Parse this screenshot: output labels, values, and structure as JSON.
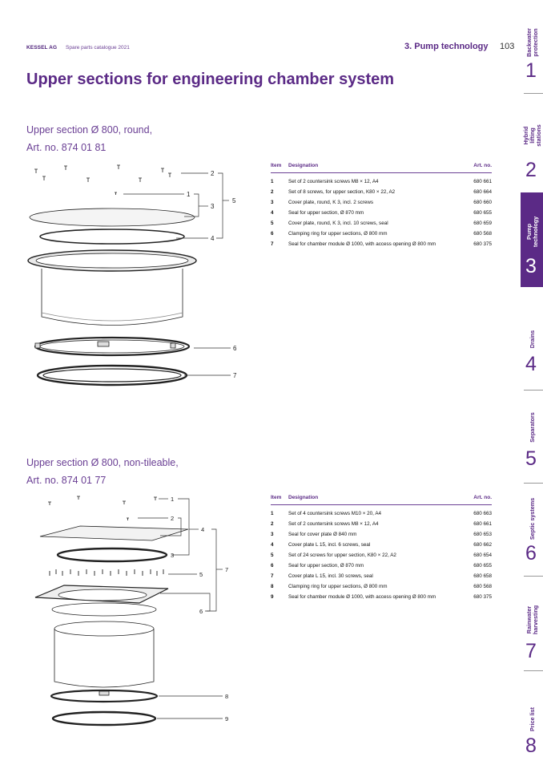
{
  "header": {
    "company": "KESSEL AG",
    "catalogue": "Spare parts catalogue 2021",
    "section": "3. Pump technology",
    "page_number": "103"
  },
  "page_title": "Upper sections for engineering chamber system",
  "sections": [
    {
      "heading_line1": "Upper section Ø 800, round,",
      "heading_line2": "Art. no. 874 01 81",
      "table": {
        "headers": [
          "Item",
          "Designation",
          "Art. no."
        ],
        "rows": [
          [
            "1",
            "Set of 2 countersink screws M8 × 12, A4",
            "680 661"
          ],
          [
            "2",
            "Set of 8 screws, for upper section, K80 × 22, A2",
            "680 664"
          ],
          [
            "3",
            "Cover plate, round, K 3, incl. 2 screws",
            "680 660"
          ],
          [
            "4",
            "Seal for upper section, Ø 870 mm",
            "680 655"
          ],
          [
            "5",
            "Cover plate, round, K 3, incl. 10 screws, seal",
            "680 659"
          ],
          [
            "6",
            "Clamping ring for upper sections, Ø 800 mm",
            "680 568"
          ],
          [
            "7",
            "Seal for chamber module Ø 1000, with access opening Ø 800 mm",
            "680 375"
          ]
        ]
      },
      "figure_callouts": [
        "2",
        "1",
        "3",
        "5",
        "4",
        "6",
        "7"
      ]
    },
    {
      "heading_line1": "Upper section Ø 800, non-tileable,",
      "heading_line2": "Art. no. 874 01 77",
      "table": {
        "headers": [
          "Item",
          "Designation",
          "Art. no."
        ],
        "rows": [
          [
            "1",
            "Set of 4 countersink screws M10 × 20, A4",
            "680 663"
          ],
          [
            "2",
            "Set of 2 countersink screws M8 × 12, A4",
            "680 661"
          ],
          [
            "3",
            "Seal for cover plate Ø 840 mm",
            "680 653"
          ],
          [
            "4",
            "Cover plate L 15, incl. 6 screws, seal",
            "680 662"
          ],
          [
            "5",
            "Set of 24 screws for upper section, K80 × 22, A2",
            "680 654"
          ],
          [
            "6",
            "Seal for upper section, Ø 870 mm",
            "680 655"
          ],
          [
            "7",
            "Cover plate L 15, incl. 30 screws, seal",
            "680 658"
          ],
          [
            "8",
            "Clamping ring for upper sections, Ø 800 mm",
            "680 568"
          ],
          [
            "9",
            "Seal for chamber module Ø 1000, with access opening Ø 800 mm",
            "680 375"
          ]
        ]
      },
      "figure_callouts": [
        "1",
        "2",
        "4",
        "3",
        "5",
        "7",
        "6",
        "8",
        "9"
      ]
    }
  ],
  "side_tabs": [
    {
      "label": "Backwater protection",
      "number": "1",
      "active": false
    },
    {
      "label": "Hybrid lifting stations",
      "number": "2",
      "active": false
    },
    {
      "label": "Pump technology",
      "number": "3",
      "active": true
    },
    {
      "label": "Drains",
      "number": "4",
      "active": false
    },
    {
      "label": "Separators",
      "number": "5",
      "active": false
    },
    {
      "label": "Septic systems",
      "number": "6",
      "active": false
    },
    {
      "label": "Rainwater harvesting",
      "number": "7",
      "active": false
    },
    {
      "label": "Price list",
      "number": "8",
      "active": false
    }
  ],
  "colors": {
    "brand_purple": "#5b2a86",
    "text_dark": "#1a1a1a"
  }
}
